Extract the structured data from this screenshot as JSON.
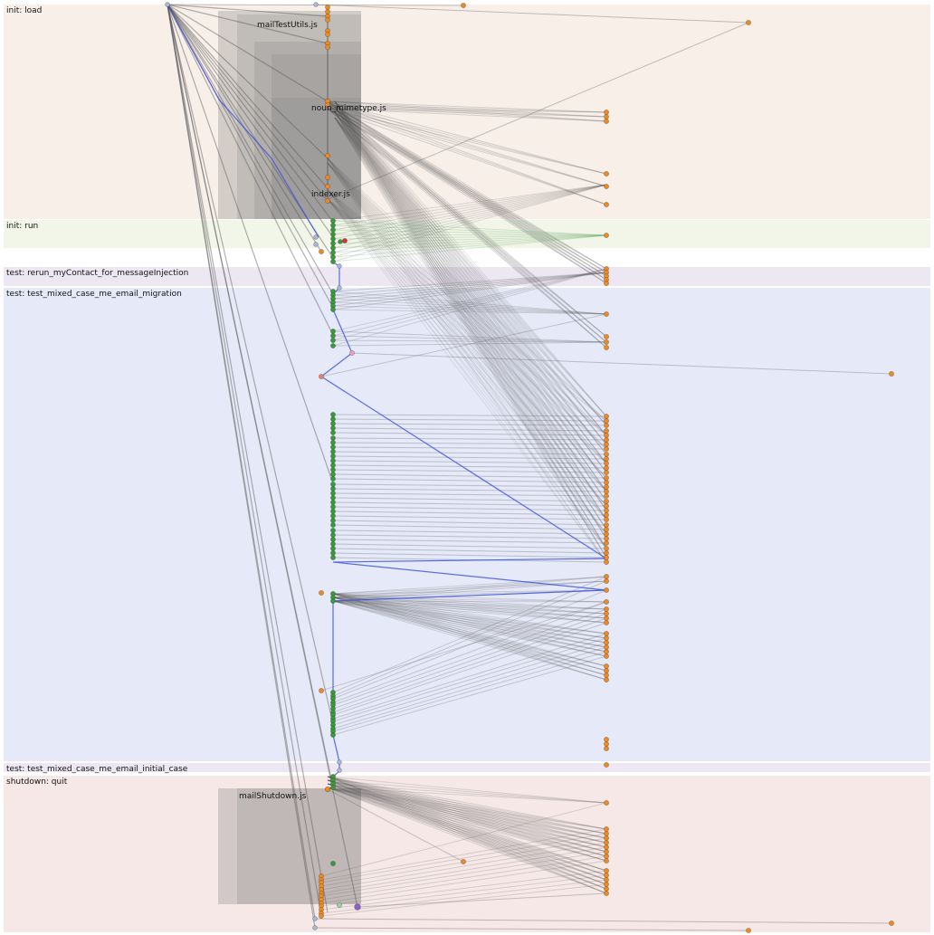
{
  "bands": [
    {
      "id": "init-load",
      "label": "init: load",
      "color": "#f8efe9"
    },
    {
      "id": "init-run",
      "label": "init: run",
      "color": "#f1f6e8"
    },
    {
      "id": "rerun",
      "label": "test: rerun_myContact_for_messageInjection",
      "color": "#ede7f3"
    },
    {
      "id": "migration",
      "label": "test: test_mixed_case_me_email_migration",
      "color": "#e6e9f8"
    },
    {
      "id": "initial-case",
      "label": "test: test_mixed_case_me_email_initial_case",
      "color": "#ede7f3"
    },
    {
      "id": "shutdown",
      "label": "shutdown: quit",
      "color": "#f5e8e7"
    }
  ],
  "files": [
    {
      "id": "mailtestutils",
      "label": "mailTestUtils.js"
    },
    {
      "id": "noun-mimetype",
      "label": "noun_mimetype.js"
    },
    {
      "id": "indexer",
      "label": "indexer.js"
    },
    {
      "id": "mailshutdown",
      "label": "mailShutdown.js"
    }
  ],
  "colors": {
    "event_node": "#f08a1e",
    "main_thread_node": "#3a9a3a",
    "async_node": "#a9b9d6",
    "error_node": "#d23a2a",
    "purple_node": "#8a62c9",
    "blue_edge": "#3f55e0",
    "gray_edge": "#555555",
    "file_box": "#7f7f7f"
  }
}
